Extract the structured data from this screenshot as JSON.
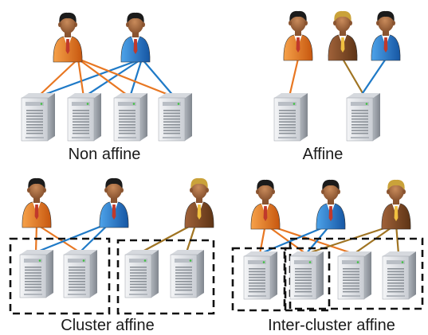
{
  "colors": {
    "orange": "#E87722",
    "blue": "#1F7AC7",
    "brown": "#A07422",
    "box_stroke": "#111111",
    "server_light": "#E9EBEE",
    "server_dark": "#9EA3AA"
  },
  "panels": {
    "non_affine": {
      "label": "Non affine"
    },
    "affine": {
      "label": "Affine"
    },
    "cluster_affine": {
      "label": "Cluster affine"
    },
    "inter_cluster_affine": {
      "label": "Inter-cluster affine"
    }
  },
  "icons": {
    "user_orange": "user-orange-icon",
    "user_blue": "user-blue-icon",
    "user_brown": "user-brown-icon",
    "server": "server-icon"
  }
}
